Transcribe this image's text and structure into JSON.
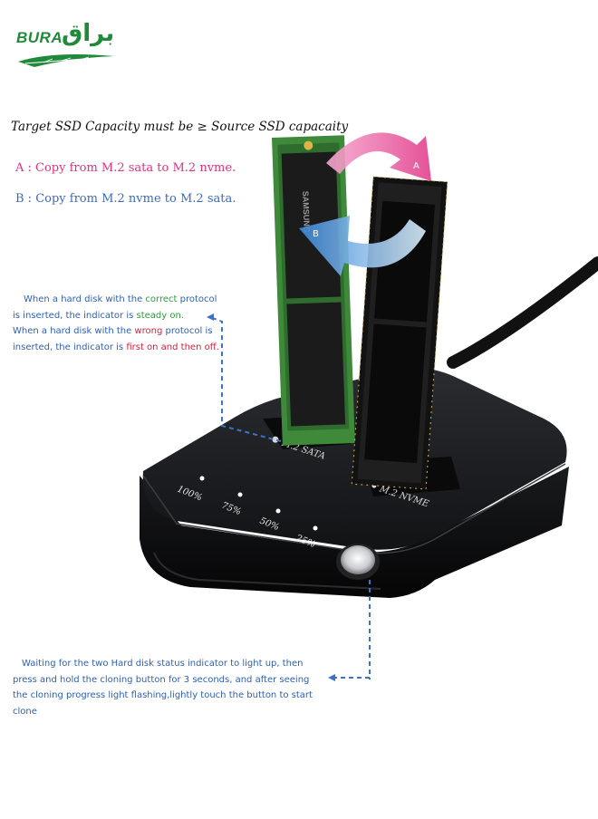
{
  "logo": {
    "latin": "BURA",
    "arabic": "براق"
  },
  "headline": "Target SSD Capacity must be ≥ Source SSD capacaity",
  "copy_a": "A : Copy from M.2 sata to M.2 nvme.",
  "copy_b": "B : Copy from M.2 nvme to M.2 sata.",
  "arrow_labels": {
    "a": "A",
    "b": "B"
  },
  "indicator_note": {
    "l1a": "When a hard disk with the ",
    "l1b": "correct",
    "l1c": " protocol",
    "l2a": "is inserted, the indicator is ",
    "l2b": "steady on.",
    "l3a": "When a hard disk with the ",
    "l3b": "wrong",
    "l3c": " protocol is",
    "l4a": "inserted, the indicator is ",
    "l4b": "first on and then off."
  },
  "clone_note": {
    "l1": "Waiting for the two Hard disk status indicator to light up, then",
    "l2": "press and hold the cloning button for 3 seconds, and after seeing",
    "l3": "the cloning progress light flashing,lightly touch the button to start clone"
  },
  "ssd_label": "SAMSUNG",
  "slot_labels": {
    "sata": "M.2 SATA",
    "nvme": "M.2 NVME"
  },
  "progress_labels": [
    "100%",
    "75%",
    "50%",
    "25%"
  ],
  "colors": {
    "pink": "#e0307e",
    "blue": "#3b6ac0",
    "green": "#2e9a3a",
    "red": "#d8203a",
    "brand": "#1f8a3a"
  }
}
